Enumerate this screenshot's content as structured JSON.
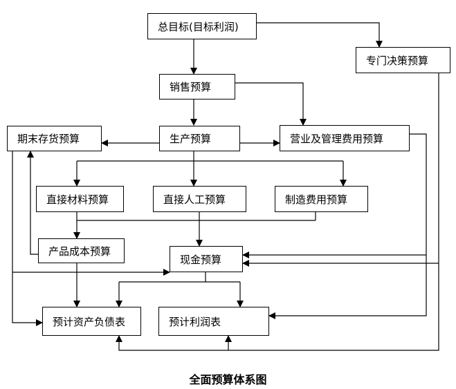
{
  "diagram": {
    "caption": "全面预算体系图",
    "nodes": {
      "total_goal": "总目标(目标利润)",
      "special_decision": "专门决策预算",
      "sales": "销售预算",
      "ending_inventory": "期末存货预算",
      "production": "生产预算",
      "operating_mgmt": "营业及管理费用预算",
      "direct_material": "直接材料预算",
      "direct_labor": "直接人工预算",
      "manufacturing_overhead": "制造费用预算",
      "product_cost": "产品成本预算",
      "cash": "现金预算",
      "balance_sheet": "预计资产负债表",
      "income_statement": "预计利润表"
    },
    "edges": [
      [
        "total_goal",
        "sales"
      ],
      [
        "total_goal",
        "special_decision"
      ],
      [
        "sales",
        "production"
      ],
      [
        "sales",
        "operating_mgmt"
      ],
      [
        "production",
        "ending_inventory"
      ],
      [
        "production",
        "operating_mgmt"
      ],
      [
        "production",
        "direct_material"
      ],
      [
        "production",
        "direct_labor"
      ],
      [
        "production",
        "manufacturing_overhead"
      ],
      [
        "direct_material",
        "product_cost"
      ],
      [
        "direct_labor",
        "product_cost"
      ],
      [
        "manufacturing_overhead",
        "product_cost"
      ],
      [
        "direct_material",
        "cash"
      ],
      [
        "direct_labor",
        "cash"
      ],
      [
        "manufacturing_overhead",
        "cash"
      ],
      [
        "product_cost",
        "ending_inventory"
      ],
      [
        "product_cost",
        "balance_sheet"
      ],
      [
        "ending_inventory",
        "balance_sheet"
      ],
      [
        "ending_inventory",
        "cash"
      ],
      [
        "cash",
        "balance_sheet"
      ],
      [
        "cash",
        "income_statement"
      ],
      [
        "special_decision",
        "cash"
      ],
      [
        "special_decision",
        "balance_sheet"
      ],
      [
        "special_decision",
        "income_statement"
      ],
      [
        "operating_mgmt",
        "cash"
      ],
      [
        "operating_mgmt",
        "income_statement"
      ]
    ]
  }
}
